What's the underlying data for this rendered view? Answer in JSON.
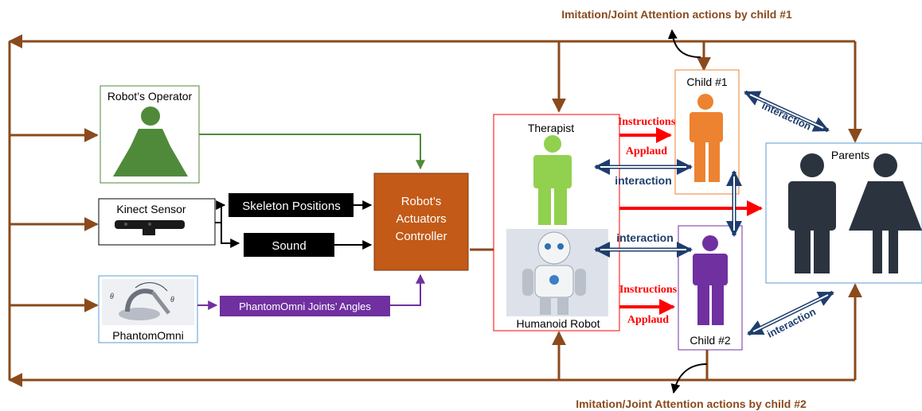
{
  "top_caption": "Imitation/Joint Attention actions by child #1",
  "bottom_caption": "Imitation/Joint Attention actions by child #2",
  "operator": {
    "label": "Robot’s Operator"
  },
  "kinect": {
    "label": "Kinect Sensor"
  },
  "skeleton": {
    "label": "Skeleton Positions"
  },
  "sound": {
    "label": "Sound"
  },
  "controller": {
    "line1": "Robot’s",
    "line2": "Actuators",
    "line3": "Controller"
  },
  "phantom": {
    "label": "PhantomOmni",
    "joints_label": "PhantomOmni Joints’ Angles"
  },
  "therapist": {
    "label": "Therapist"
  },
  "robot": {
    "label": "Humanoid Robot"
  },
  "child1": {
    "label": "Child #1"
  },
  "child2": {
    "label": "Child #2"
  },
  "parents": {
    "label": "Parents"
  },
  "edges": {
    "instructions_top": "Instructions",
    "applaud_top": "Applaud",
    "interaction_therapist_child1": "interaction",
    "interaction_robot_child2": "interaction",
    "instructions_bottom": "Instructions",
    "applaud_bottom": "Applaud",
    "interaction_child1_parents": "interaction",
    "interaction_child2_parents": "interaction"
  },
  "colors": {
    "brown": "#8a4a1c",
    "green": "#4f8a3a",
    "orange_controller": "#c35a17",
    "purple": "#7030a0",
    "red": "#ff0000",
    "navy": "#1f3e6e",
    "child1": "#ed8231",
    "therapist": "#92d050",
    "parents": "#2b333f"
  }
}
